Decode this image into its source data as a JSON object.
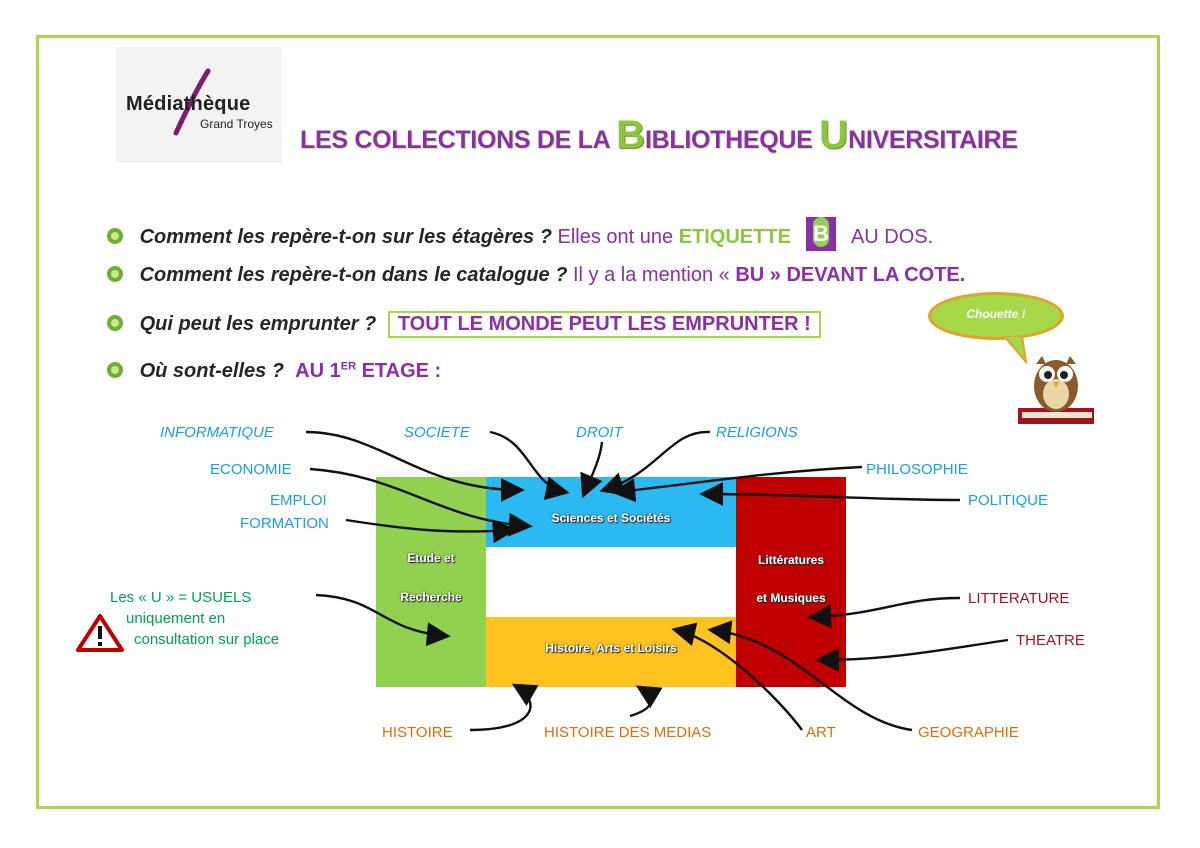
{
  "logo": {
    "main": "Médiathèque",
    "sub": "Grand Troyes"
  },
  "title": {
    "part1": "LES COLLECTIONS DE LA ",
    "cap1": "B",
    "part2": "IBLIOTHEQUE ",
    "cap2": "U",
    "part3": "NIVERSITAIRE"
  },
  "lines": [
    {
      "q": "Comment les repère-t-on sur les étagères ?",
      "a1": "Elles ont une",
      "a2": "ETIQUETTE",
      "a3": "AU DOS."
    },
    {
      "q": "Comment les repère-t-on dans le catalogue ?",
      "a1": "Il y a la mention «",
      "a2": "BU",
      "a3": "» DEVANT LA COTE."
    },
    {
      "q": "Qui peut les emprunter ?",
      "a1": "TOUT LE MONDE PEUT LES EMPRUNTER !"
    },
    {
      "q": "Où sont-elles ?",
      "a1": "AU 1",
      "sup": "ER",
      "a2": "ETAGE :"
    }
  ],
  "bubble": "Chouette !",
  "blocks": {
    "green": "Etude et Recherche",
    "green_line1": "Etude et",
    "green_line2": "Recherche",
    "blue": "Sciences et Sociétés",
    "red_line1": "Littératures",
    "red_line2": "et Musiques",
    "orange": "Histoire, Arts et Loisirs"
  },
  "labels": {
    "informatique": "INFORMATIQUE",
    "societe": "SOCIETE",
    "droit": "DROIT",
    "religions": "RELIGIONS",
    "economie": "ECONOMIE",
    "philosophie": "PHILOSOPHIE",
    "emploi": "EMPLOI",
    "formation": "FORMATION",
    "politique": "POLITIQUE",
    "usuels1": "Les « U » = USUELS",
    "usuels2": "uniquement en",
    "usuels3": "consultation sur place",
    "litterature": "LITTERATURE",
    "theatre": "THEATRE",
    "histoire": "HISTOIRE",
    "histoire_medias": "HISTOIRE DES MEDIAS",
    "art": "ART",
    "geographie": "GEOGRAPHIE"
  },
  "colors": {
    "frame": "#a6d84a",
    "purple": "#8a2fa8",
    "green": "#92d050",
    "blue": "#2bb9f2",
    "red": "#c00000",
    "orange": "#ffc21f"
  }
}
